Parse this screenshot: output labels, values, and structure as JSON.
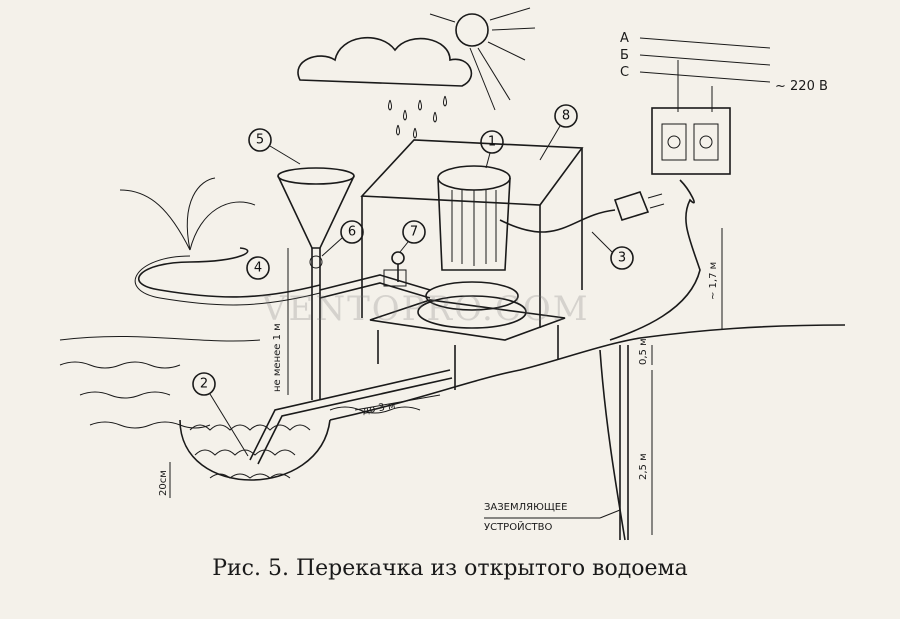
{
  "caption": "Рис. 5. Перекачка из открытого водоема",
  "watermark": "VENTOPRO.COM",
  "callouts": [
    "1",
    "2",
    "3",
    "4",
    "5",
    "6",
    "7",
    "8"
  ],
  "phases": [
    "A",
    "Б",
    "С"
  ],
  "voltage": "~ 220 В",
  "dimensions": {
    "height_min": "не менее 1 м",
    "distance": "до 3 м",
    "depth_stones": "20см",
    "pole_height": "~ 1,7 м",
    "ground_depth": "0,5 м",
    "rod_length": "2,5 м"
  },
  "grounding_label": [
    "ЗАЗЕМЛЯЮЩЕЕ",
    "УСТРОЙСТВО"
  ],
  "colors": {
    "ink": "#1a1a1a",
    "paper": "#f4f1ea"
  }
}
